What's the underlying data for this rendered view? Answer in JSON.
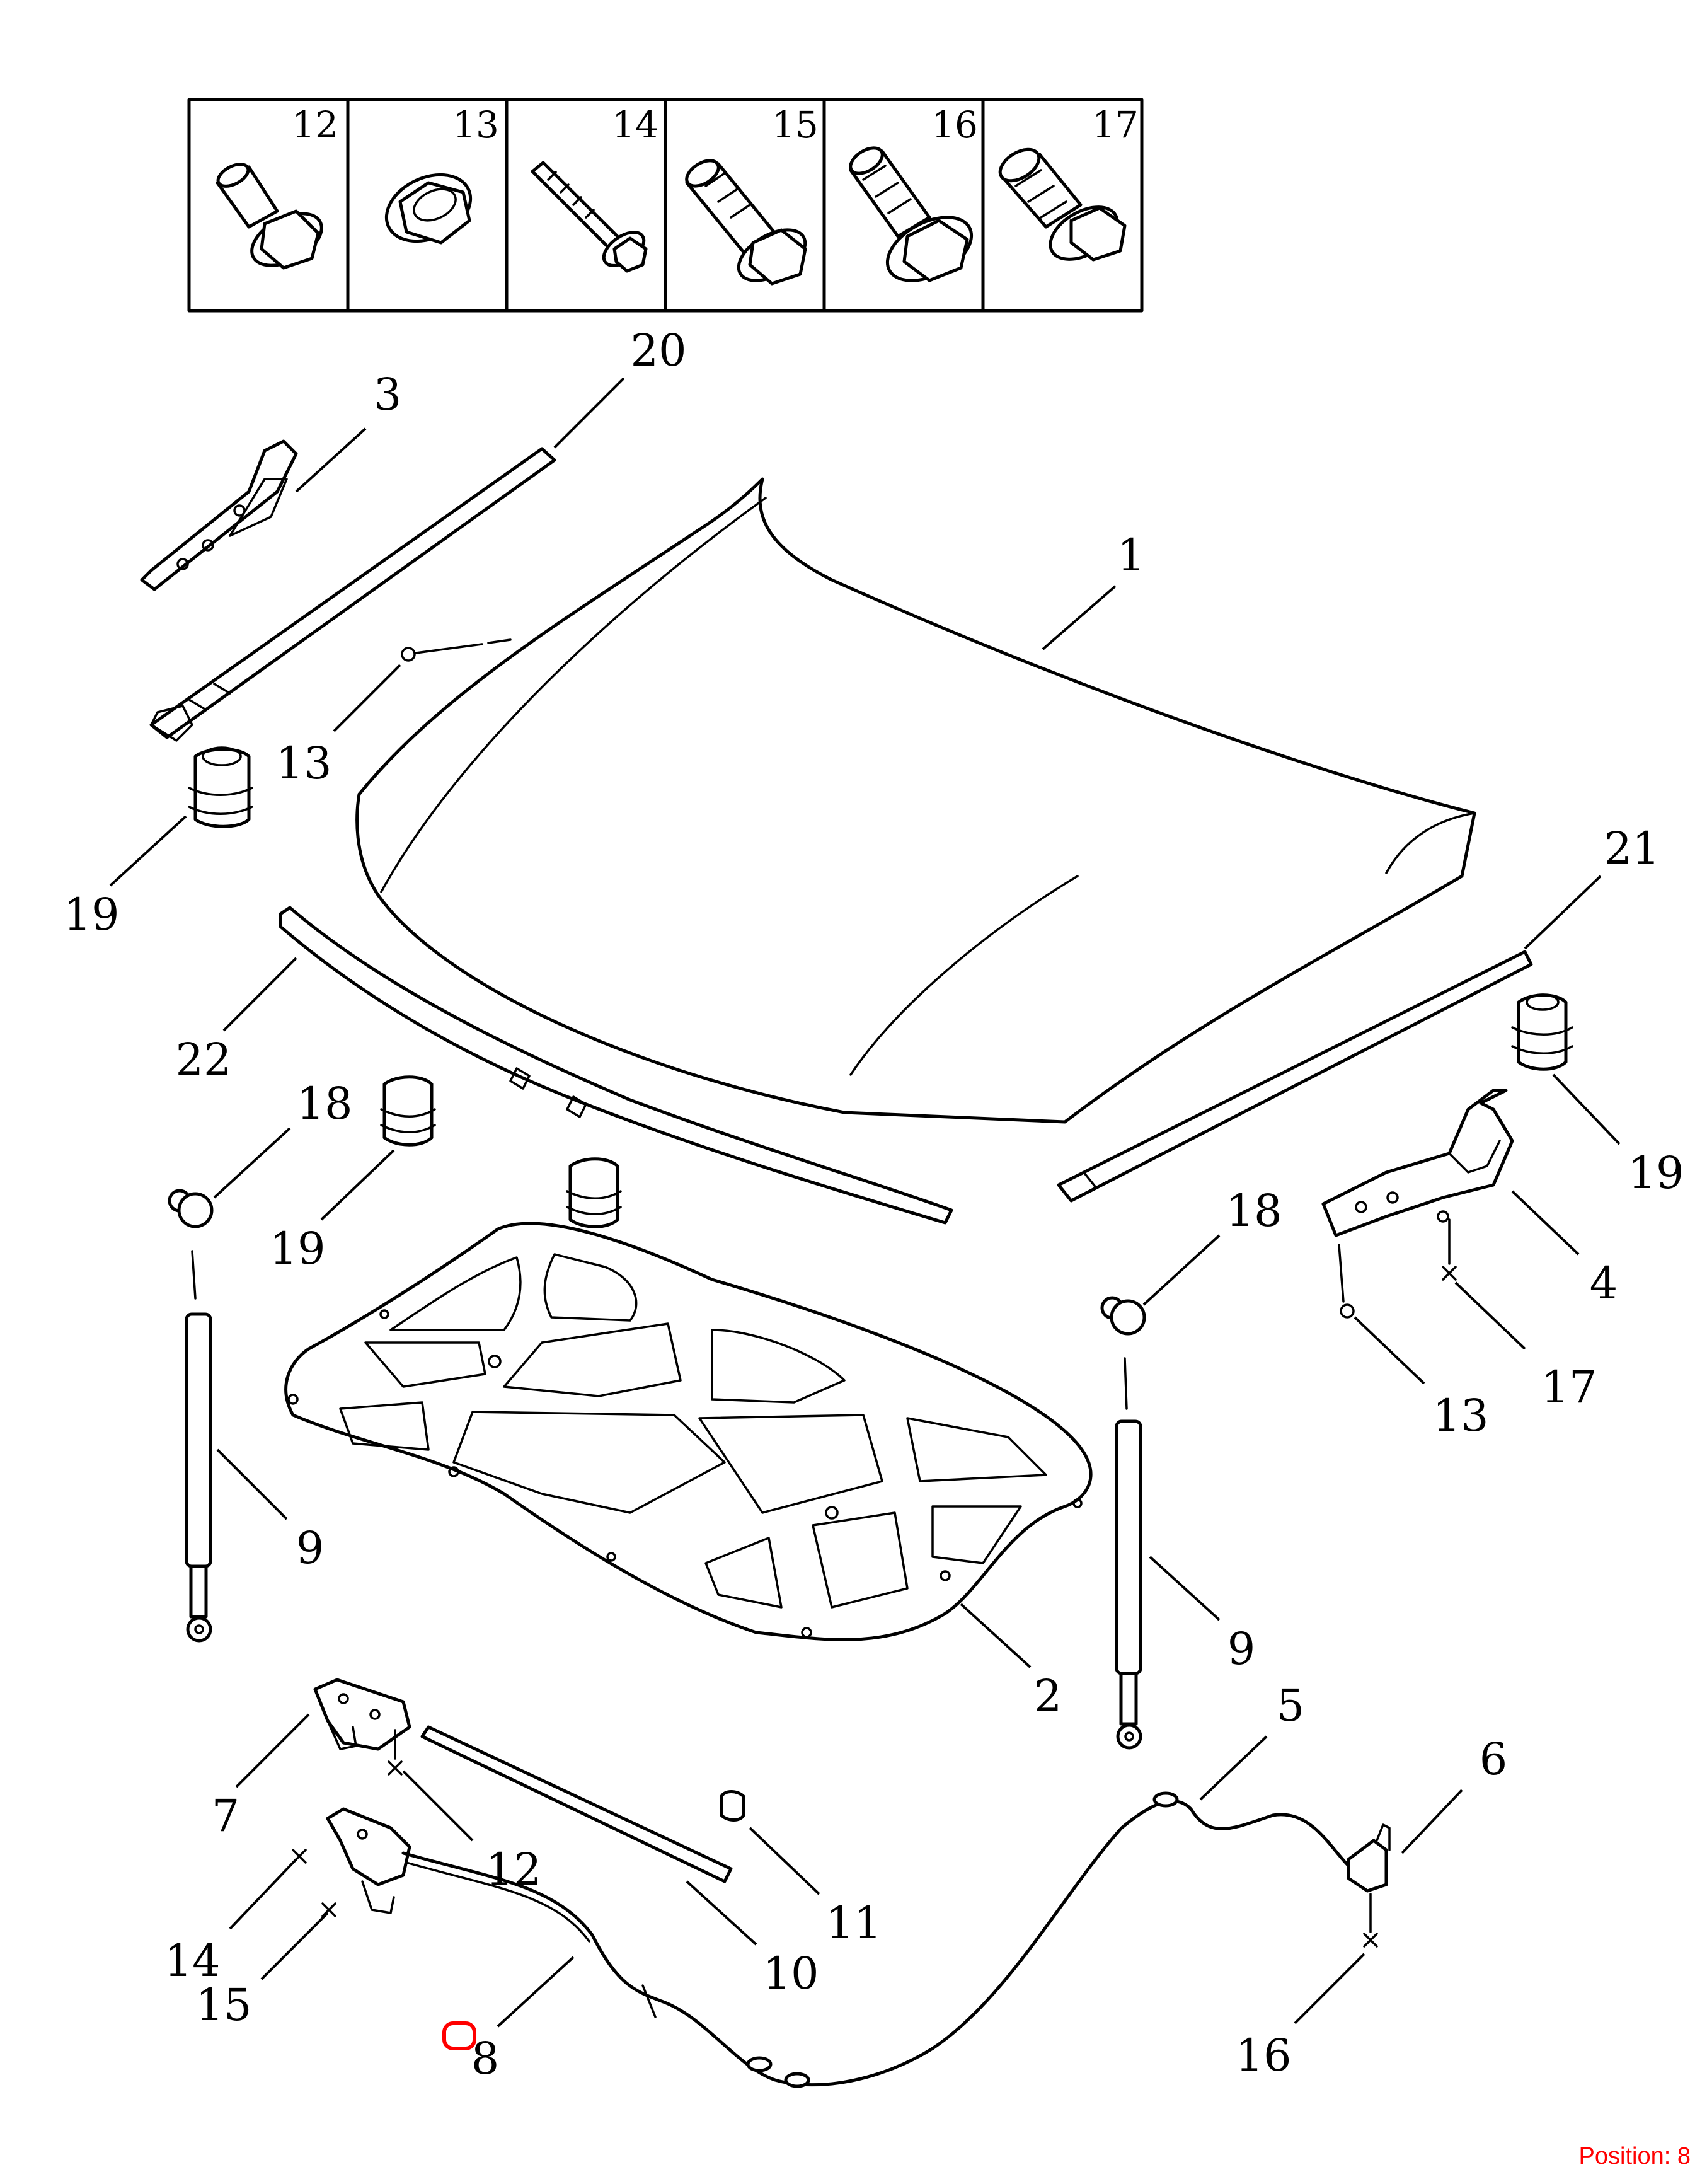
{
  "fastener_box": {
    "numbers": [
      "12",
      "13",
      "14",
      "15",
      "16",
      "17"
    ]
  },
  "callouts": {
    "c1": "1",
    "c2": "2",
    "c3": "3",
    "c4": "4",
    "c5": "5",
    "c6": "6",
    "c7": "7",
    "c8": "8",
    "c9a": "9",
    "c9b": "9",
    "c10": "10",
    "c11": "11",
    "c12": "12",
    "c13a": "13",
    "c13b": "13",
    "c14": "14",
    "c15": "15",
    "c16": "16",
    "c17": "17",
    "c18a": "18",
    "c18b": "18",
    "c19a": "19",
    "c19b": "19",
    "c19c": "19",
    "c20": "20",
    "c21": "21",
    "c22": "22"
  },
  "position_label": "Position: 8",
  "colors": {
    "line": "#000000",
    "background": "#ffffff",
    "marker": "#ff0000"
  }
}
